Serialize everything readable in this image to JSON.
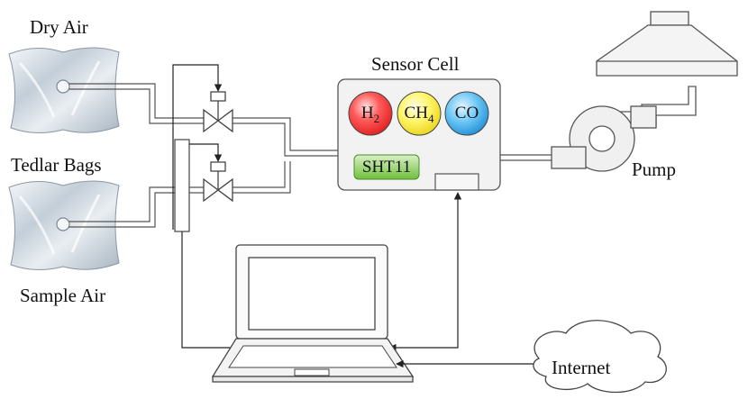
{
  "labels": {
    "dry_air": "Dry Air",
    "tedlar_bags": "Tedlar Bags",
    "sample_air": "Sample Air",
    "sensor_cell": "Sensor Cell",
    "pump": "Pump",
    "internet": "Internet"
  },
  "sensors": {
    "h2": {
      "main": "H",
      "sub": "2",
      "color": "#ff3b3b"
    },
    "ch4": {
      "main": "CH",
      "sub": "4",
      "color": "#fff23a"
    },
    "co": {
      "main": "CO",
      "sub": "",
      "color": "#33a8ee"
    },
    "sht11": {
      "main": "SHT11",
      "color": "#7fc64a"
    }
  },
  "colors": {
    "line": "#333333",
    "pipe": "#555555",
    "box_fill": "#f2f2f2",
    "bag": "#c9d3dc"
  },
  "icons": [
    "tedlar-bag-icon",
    "valve-icon",
    "pump-icon",
    "fume-hood-icon",
    "laptop-icon",
    "cloud-icon"
  ]
}
